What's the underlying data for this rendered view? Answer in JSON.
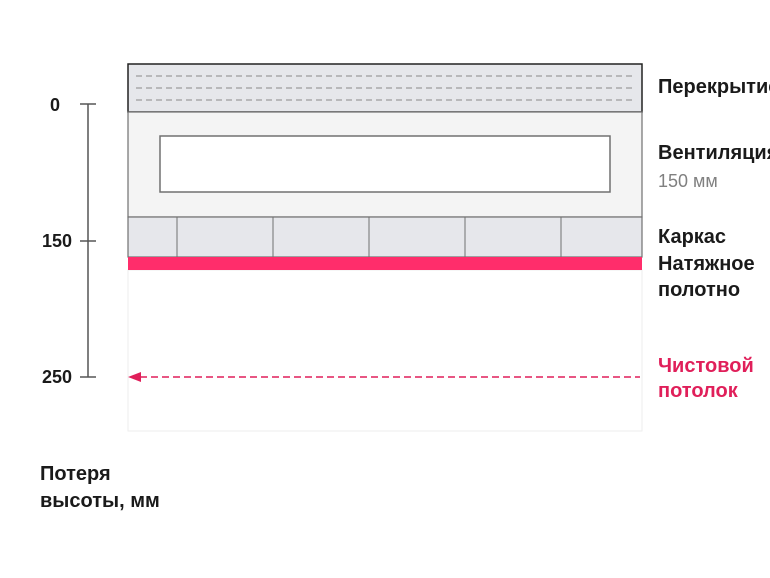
{
  "scale": {
    "ticks": [
      "0",
      "150",
      "250"
    ],
    "caption_line1": "Потеря",
    "caption_line2": "высоты, мм"
  },
  "layers": {
    "slab": "Перекрытие",
    "ventilation": "Вентиляция",
    "ventilation_size": "150 мм",
    "frame": "Каркас",
    "membrane_line1": "Натяжное",
    "membrane_line2": "полотно",
    "finish_line1": "Чистовой",
    "finish_line2": "потолок"
  },
  "colors": {
    "accent": "#e01f5a",
    "membrane": "#ff2d6b",
    "panel": "#e6e7eb",
    "stroke": "#707070"
  }
}
